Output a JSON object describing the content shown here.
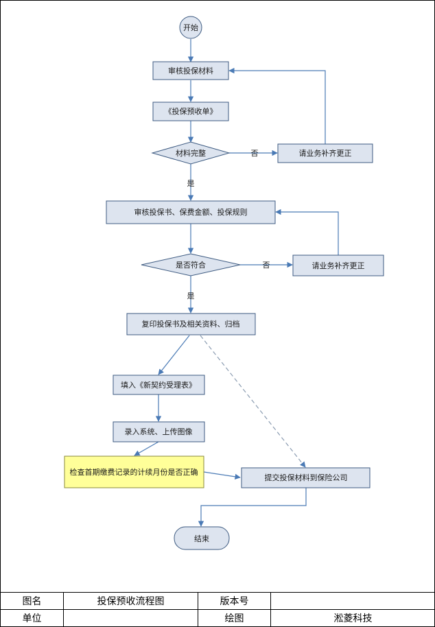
{
  "nodes": {
    "start": "开始",
    "review_materials": "审核投保材料",
    "pre_receipt": "《投保预收单》",
    "materials_complete": "材料完整",
    "supplement_1": "请业务补齐更正",
    "review_policy": "审核投保书、保费金额、投保规则",
    "is_compliant": "是否符合",
    "supplement_2": "请业务补齐更正",
    "copy_archive": "复印投保书及相关资料、归档",
    "fill_form": "填入《新契约受理表》",
    "enter_system": "录入系统、上传图像",
    "check_payment": "检查首期缴费记录的计续月份是否正确",
    "submit": "提交投保材料到保险公司",
    "end": "结束"
  },
  "edges": {
    "yes_1": "是",
    "no_1": "否",
    "yes_2": "是",
    "no_2": "否"
  },
  "info_table": {
    "label_chart_name": "图名",
    "chart_name": "投保预收流程图",
    "label_version": "版本号",
    "version": "",
    "label_unit": "单位",
    "unit": "",
    "label_drawn_by": "绘图",
    "drawn_by": "淞菱科技"
  },
  "colors": {
    "box_fill": "#dde4ef",
    "box_stroke": "#3d5a80",
    "highlight_fill": "#ffff99",
    "arrow": "#4a7ab5"
  }
}
